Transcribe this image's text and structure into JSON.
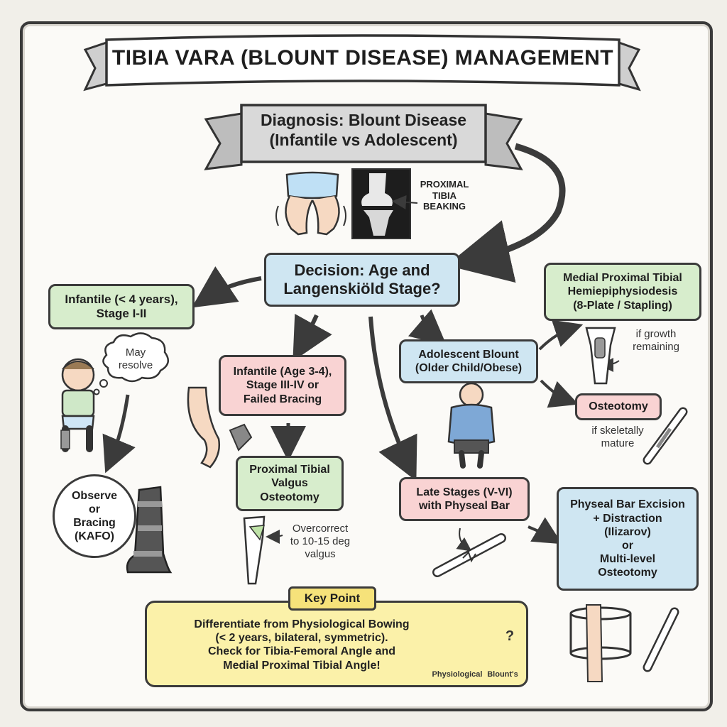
{
  "title": "TIBIA VARA (BLOUNT DISEASE) MANAGEMENT",
  "diagnosis": "Diagnosis: Blount Disease\n(Infantile vs Adolescent)",
  "xray_label": "PROXIMAL\nTIBIA\nBEAKING",
  "decision": "Decision: Age and\nLangenskiöld Stage?",
  "infantile_early": "Infantile (< 4 years),\nStage I-II",
  "may_resolve": "May\nresolve",
  "observe": "Observe\nor\nBracing\n(KAFO)",
  "infantile_late": "Infantile (Age 3-4),\nStage III-IV or\nFailed Bracing",
  "valgus_osteotomy": "Proximal Tibial\nValgus\nOsteotomy",
  "overcorrect": "Overcorrect\nto 10-15 deg\nvalgus",
  "adolescent": "Adolescent Blount\n(Older Child/Obese)",
  "hemiepiphysiodesis": "Medial Proximal Tibial\nHemiepiphysiodesis\n(8-Plate / Stapling)",
  "growth_remaining": "if growth\nremaining",
  "osteotomy": "Osteotomy",
  "skeletally_mature": "if skeletally\nmature",
  "late_stages": "Late Stages (V-VI)\nwith Physeal Bar",
  "physeal_excision": "Physeal Bar Excision\n+ Distraction\n(Ilizarov)\nor\nMulti-level\nOsteotomy",
  "key_point_label": "Key Point",
  "key_point_text": "Differentiate from Physiological Bowing\n(< 2 years, bilateral, symmetric).\nCheck for Tibia-Femoral Angle and\nMedial Proximal Tibial Angle!",
  "legs_physiological": "Physiological",
  "legs_blounts": "Blount's",
  "legs_question": "?",
  "colors": {
    "blue": "#cfe6f2",
    "green": "#d7edcc",
    "pink": "#f9d3d3",
    "yellow": "#fbf1a9",
    "banner": "#d9d9d9",
    "arrow": "#3b3b3b"
  }
}
